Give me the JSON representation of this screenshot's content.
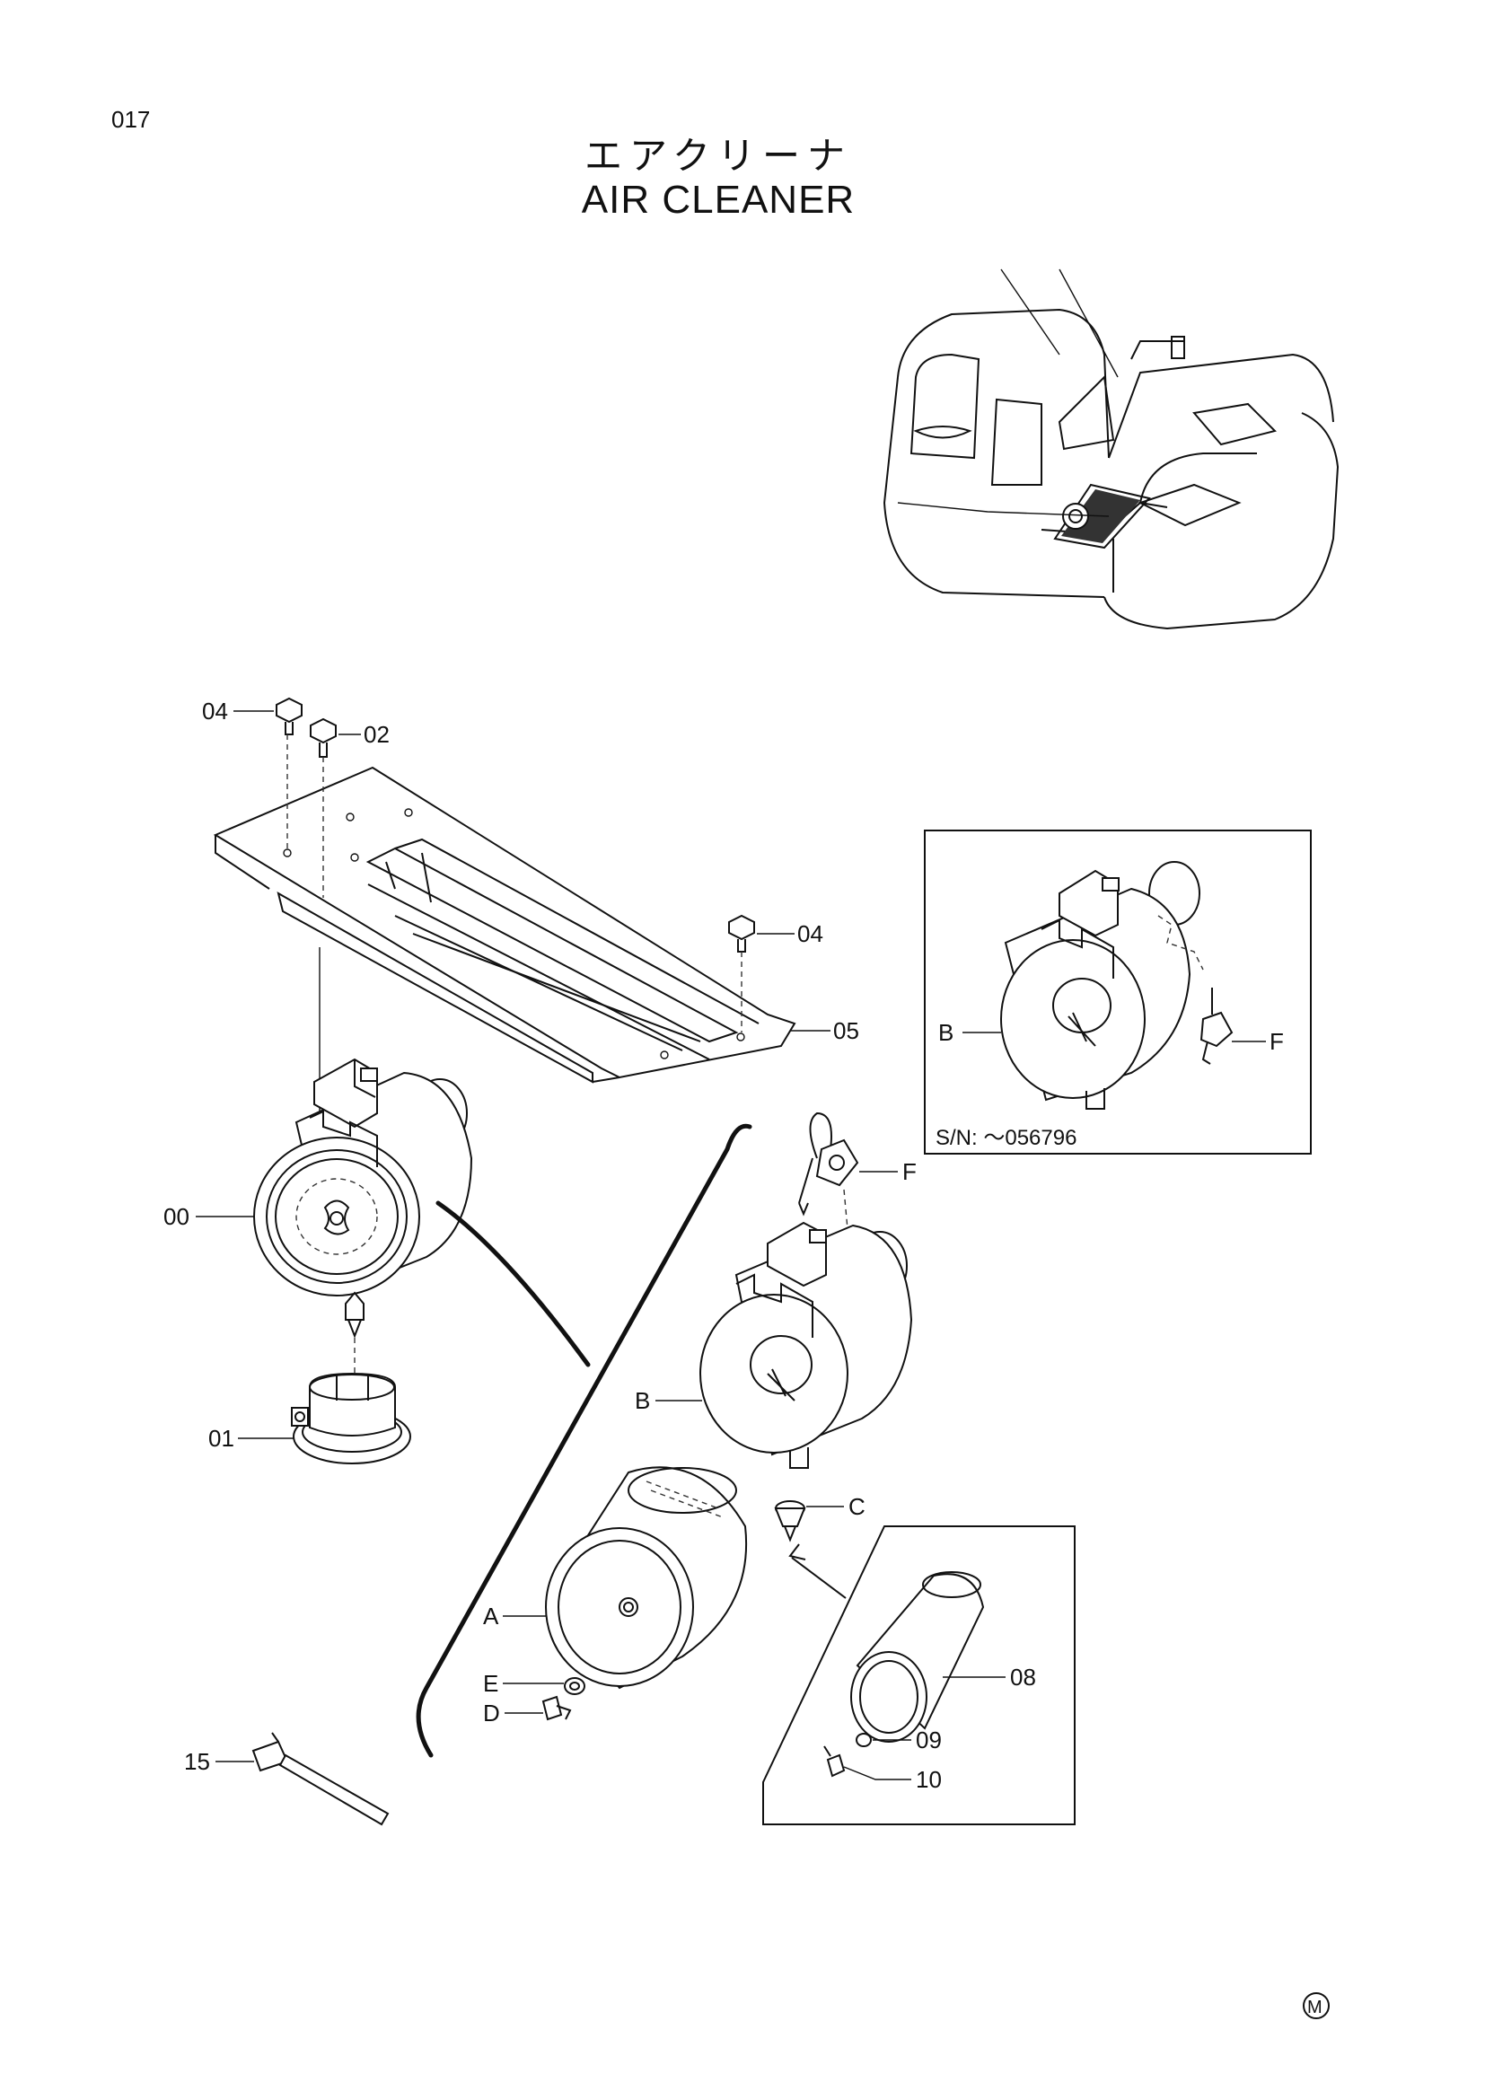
{
  "page_number": "017",
  "title_jp": "エアクリーナ",
  "title_en": "AIR CLEANER",
  "inset_serial": "S/N: ～056796",
  "callouts": {
    "c04a": "04",
    "c02": "02",
    "c04b": "04",
    "c05": "05",
    "c00": "00",
    "c01": "01",
    "c15": "15",
    "cB_inset": "B",
    "cF_inset": "F",
    "cF": "F",
    "cB": "B",
    "cC": "C",
    "cA": "A",
    "cE": "E",
    "cD": "D",
    "c08": "08",
    "c09": "09",
    "c10": "10"
  },
  "footer_mark": "M"
}
